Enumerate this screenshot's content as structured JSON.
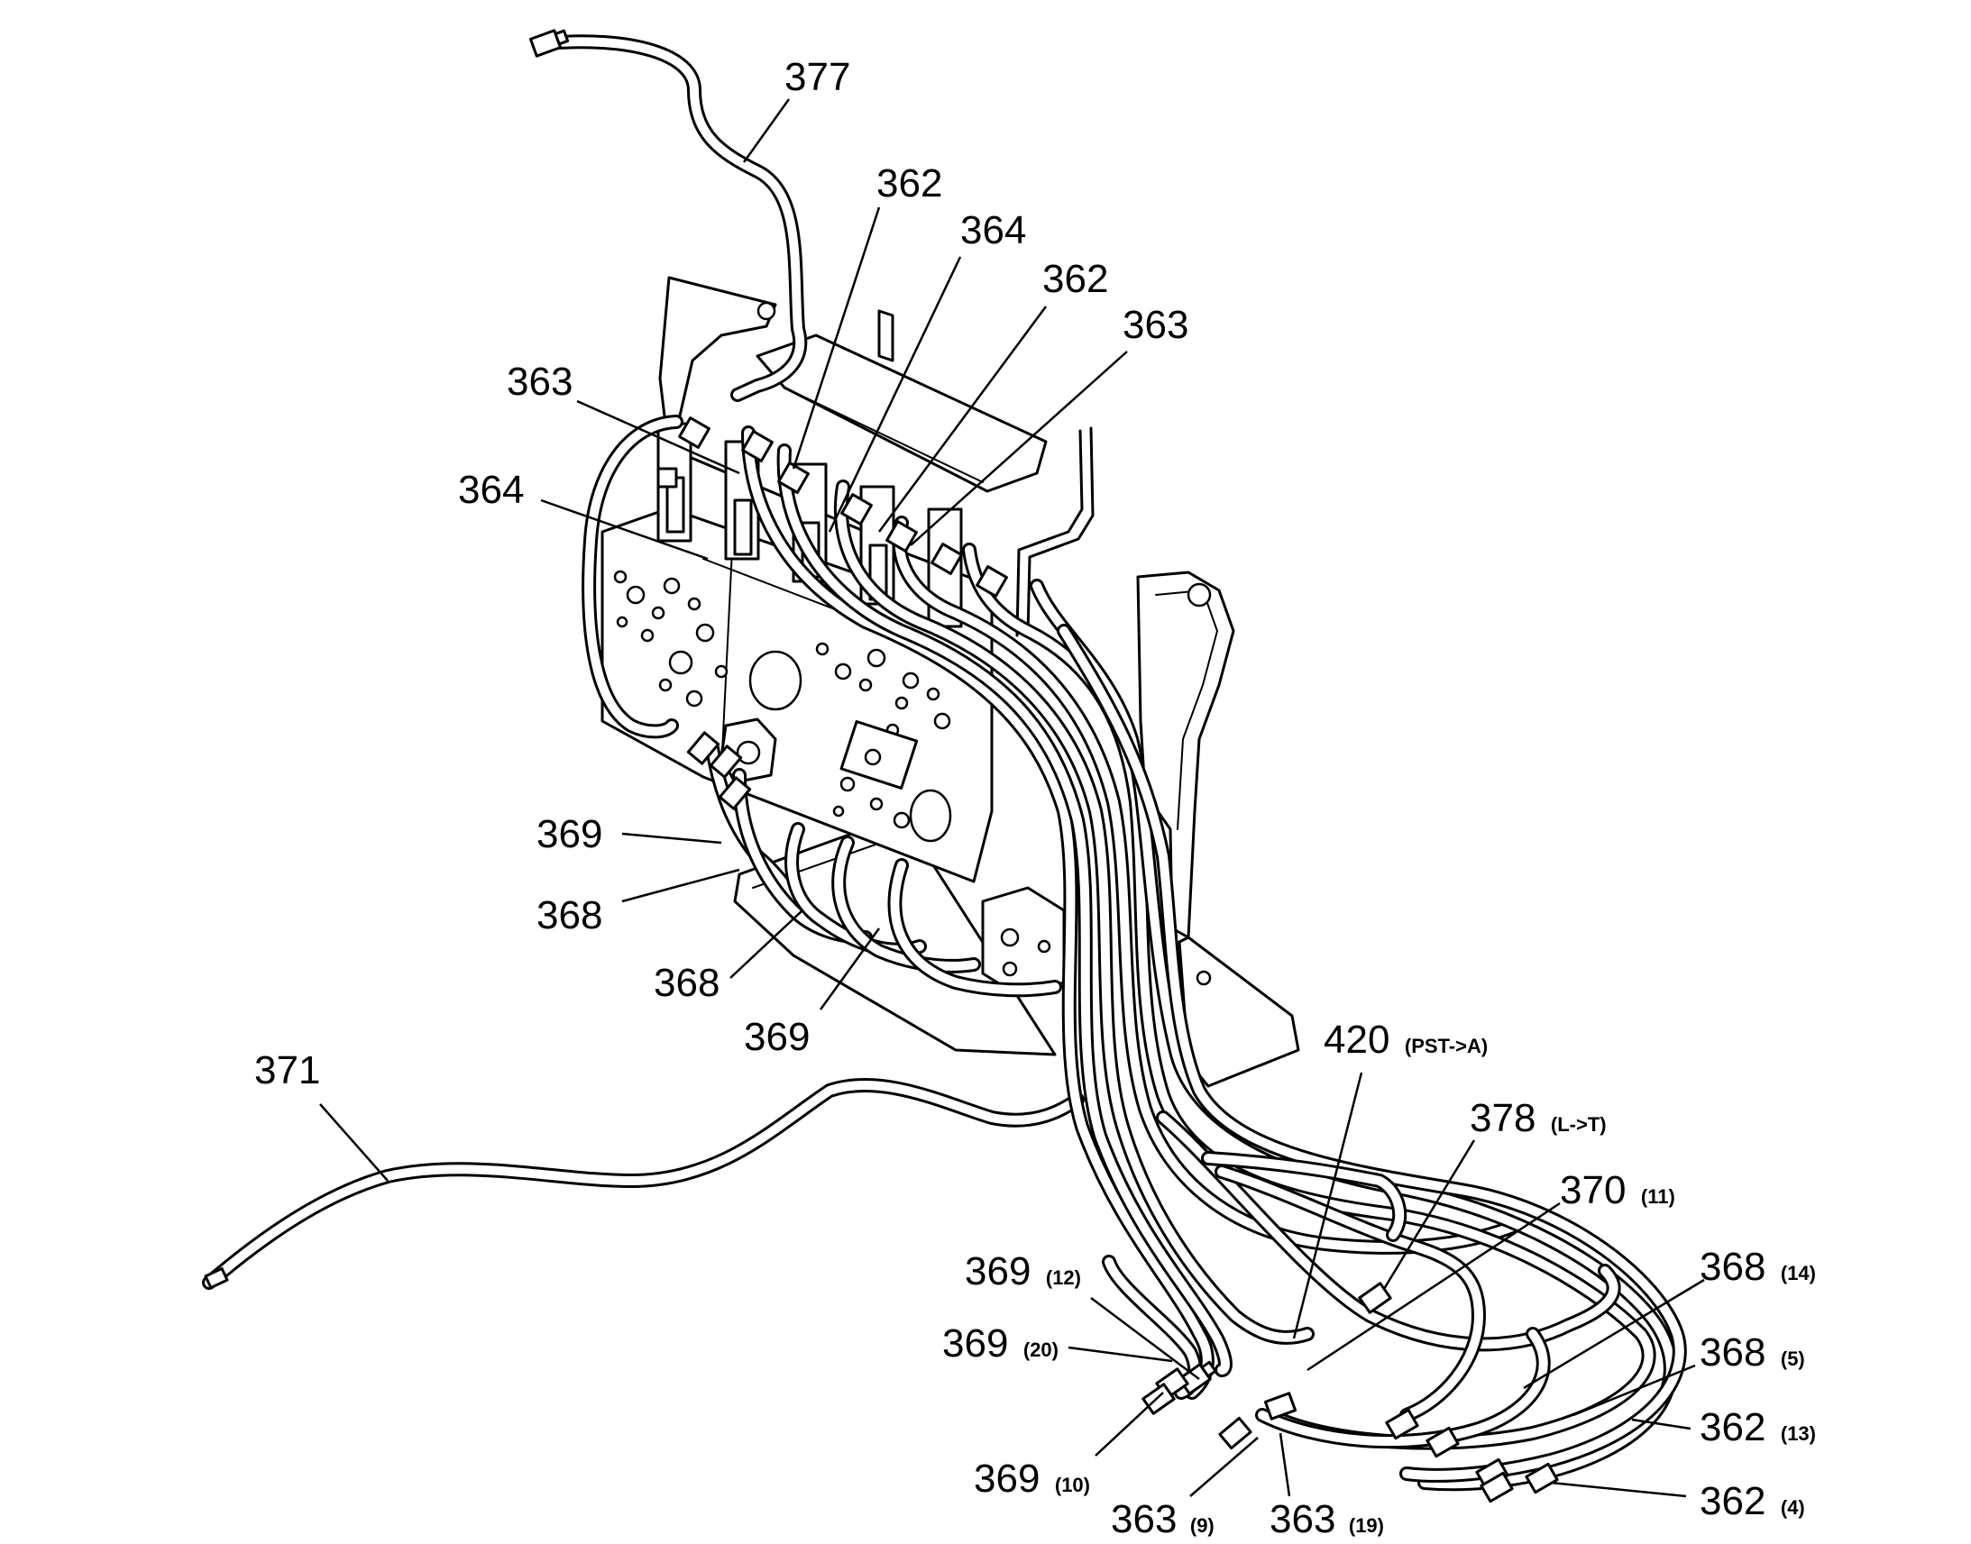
{
  "diagram": {
    "labels": {
      "l377": {
        "num": "377",
        "sub": ""
      },
      "l362a": {
        "num": "362",
        "sub": ""
      },
      "l364a": {
        "num": "364",
        "sub": ""
      },
      "l362b": {
        "num": "362",
        "sub": ""
      },
      "l363a": {
        "num": "363",
        "sub": ""
      },
      "l363b": {
        "num": "363",
        "sub": ""
      },
      "l364b": {
        "num": "364",
        "sub": ""
      },
      "l369a": {
        "num": "369",
        "sub": ""
      },
      "l368a": {
        "num": "368",
        "sub": ""
      },
      "l368b": {
        "num": "368",
        "sub": ""
      },
      "l369b": {
        "num": "369",
        "sub": ""
      },
      "l371": {
        "num": "371",
        "sub": ""
      },
      "l420": {
        "num": "420",
        "sub": "(PST->A)"
      },
      "l378": {
        "num": "378",
        "sub": "(L->T)"
      },
      "l370": {
        "num": "370",
        "sub": "(11)"
      },
      "l369c": {
        "num": "369",
        "sub": "(12)"
      },
      "l368c": {
        "num": "368",
        "sub": "(14)"
      },
      "l369d": {
        "num": "369",
        "sub": "(20)"
      },
      "l368d": {
        "num": "368",
        "sub": "(5)"
      },
      "l362c": {
        "num": "362",
        "sub": "(13)"
      },
      "l369e": {
        "num": "369",
        "sub": "(10)"
      },
      "l363c": {
        "num": "363",
        "sub": "(9)"
      },
      "l363d": {
        "num": "363",
        "sub": "(19)"
      },
      "l362d": {
        "num": "362",
        "sub": "(4)"
      }
    }
  }
}
